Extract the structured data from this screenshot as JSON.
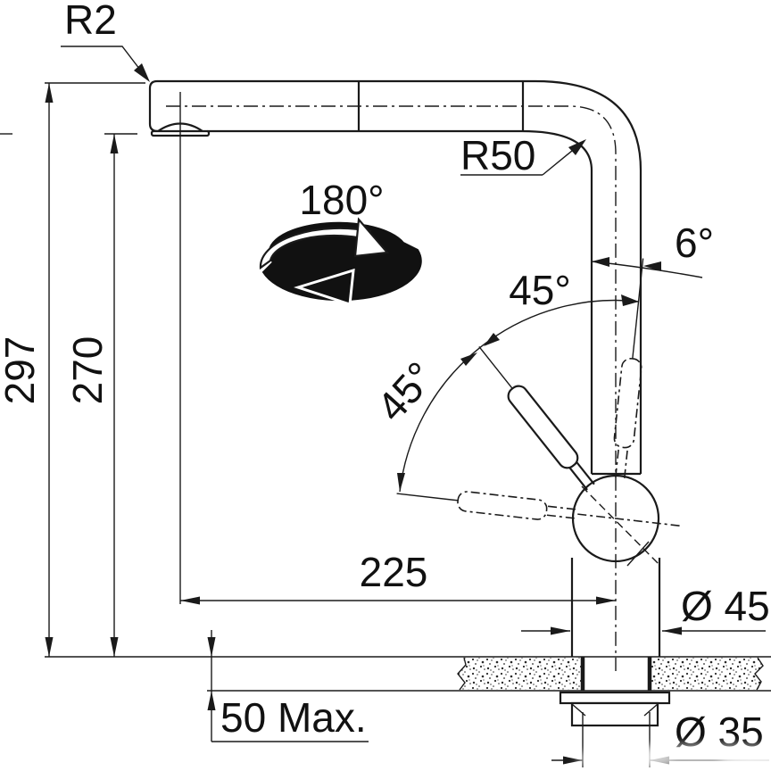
{
  "drawing": {
    "title": "kitchen-faucet-installation-dimension-drawing",
    "colors": {
      "line": "#1a1a1a",
      "background": "#ffffff"
    },
    "labels": {
      "corner_radius": "R2",
      "bend_radius": "R50",
      "swivel_angle": "180°",
      "lever_back_tilt": "6°",
      "lever_open_angle": "45°",
      "lever_mid_angle": "45°",
      "overall_height": "297",
      "outlet_height": "270",
      "spout_reach": "225",
      "base_diameter": "Ø 45",
      "mounting_hole_diameter": "Ø 35",
      "counter_thickness_max": "50 Max."
    },
    "icons": {
      "rotation": "rotation-180-icon"
    }
  }
}
